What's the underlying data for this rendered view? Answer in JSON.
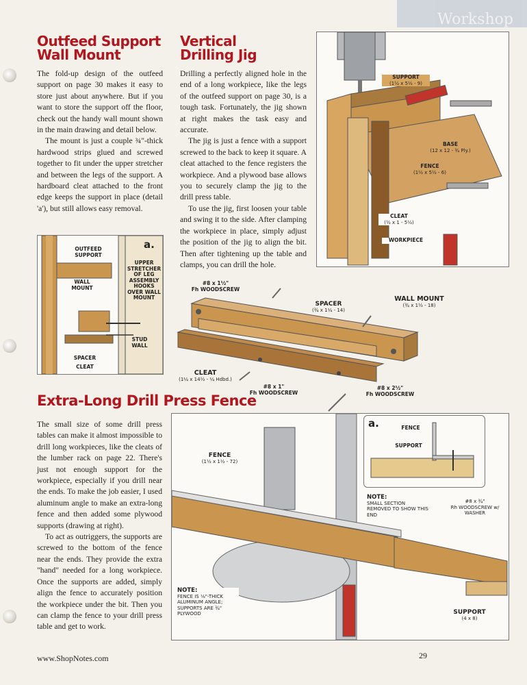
{
  "corner_tag": "Workshop",
  "sections": {
    "outfeed": {
      "title_line1": "Outfeed Support",
      "title_line2": "Wall Mount",
      "paragraphs": [
        "The fold-up design of the outfeed support on page 30 makes it easy to store just about anywhere. But if you want to store the support off the floor, check out the handy wall mount shown in the main drawing and detail below.",
        "The mount is just a couple ¾\"-thick hardwood strips glued and screwed together to fit under the upper stretcher and between the legs of the support. A hardboard cleat attached to the front edge keeps the support in place (detail 'a'), but still allows easy removal."
      ]
    },
    "jig": {
      "title_line1": "Vertical",
      "title_line2": "Drilling Jig",
      "paragraphs": [
        "Drilling a perfectly aligned hole in the end of a long workpiece, like the legs of the outfeed support on page 30, is a tough task. Fortunately, the jig shown at right makes the task easy and accurate.",
        "The jig is just a fence with a support screwed to the back to keep it square. A cleat attached to the fence registers the workpiece. And a plywood base allows you to securely clamp the jig to the drill press table.",
        "To use the jig, first loosen your table and swing it to the side. After clamping the workpiece in place, simply adjust the position of the jig to align the bit. Then after tightening up the table and clamps, you can drill the hole."
      ]
    },
    "fence": {
      "title": "Extra-Long Drill Press Fence",
      "paragraphs": [
        "The small size of some drill press tables can make it almost impossible to drill long workpieces, like the cleats of the lumber rack on page 22. There's just not enough support for the workpiece, especially if you drill near the ends. To make the job easier, I used aluminum angle to make an extra-long fence and then added some plywood supports (drawing at right).",
        "To act as outriggers, the supports are screwed to the bottom of the fence near the ends. They provide the extra \"hand\" needed for a long workpiece. Once the supports are added, simply align the fence to accurately position the workpiece under the bit. Then you can clamp the fence to your drill press table and get to work."
      ]
    }
  },
  "figures": {
    "detail_a": {
      "letter": "a.",
      "labels": {
        "outfeed_support": "OUTFEED SUPPORT",
        "wall_mount": "WALL MOUNT",
        "upper_stretcher": "UPPER STRETCHER OF LEG ASSEMBLY HOOKS OVER WALL MOUNT",
        "stud_wall": "STUD WALL",
        "spacer": "SPACER",
        "cleat": "CLEAT"
      }
    },
    "jig": {
      "support": "SUPPORT",
      "support_dim": "(1½ x 5½ - 9)",
      "base": "BASE",
      "base_dim": "(12 x 12 - ¾ Ply.)",
      "fence": "FENCE",
      "fence_dim": "(1½ x 5½ - 6)",
      "cleat": "CLEAT",
      "cleat_dim": "(½ x 1 - 5½)",
      "workpiece": "WORKPIECE"
    },
    "wall_mount": {
      "screw1": "#8 x 1½\"",
      "screw1_type": "Fh WOODSCREW",
      "spacer": "SPACER",
      "spacer_dim": "(¾ x 1¼ - 14)",
      "wall_mount": "WALL MOUNT",
      "wall_mount_dim": "(¾ x 1½ - 18)",
      "cleat": "CLEAT",
      "cleat_dim": "(1¼ x 14½ - ¼ Hdbd.)",
      "screw2": "#8 x 1\"",
      "screw2_type": "Fh WOODSCREW",
      "screw3": "#8 x 2½\"",
      "screw3_type": "Fh WOODSCREW"
    },
    "fence": {
      "fence": "FENCE",
      "fence_dim": "(1½ x 1½ - 72)",
      "detail_letter": "a.",
      "detail_fence": "FENCE",
      "detail_support": "SUPPORT",
      "note1_title": "NOTE:",
      "note1_text": "SMALL SECTION REMOVED TO SHOW THIS END",
      "screw": "#8 x ¾\"",
      "screw_type": "Rh WOODSCREW w/ WASHER",
      "note2_title": "NOTE:",
      "note2_text": "FENCE IS ⅛\"-THICK ALUMINUM ANGLE; SUPPORTS ARE ¾\" PLYWOOD",
      "support": "SUPPORT",
      "support_dim": "(4 x 8)"
    }
  },
  "footer": {
    "url": "www.ShopNotes.com",
    "page_number": "29"
  },
  "colors": {
    "heading_red": "#b0171f",
    "wood": "#c9954f",
    "wood_dark": "#8a5a28"
  }
}
